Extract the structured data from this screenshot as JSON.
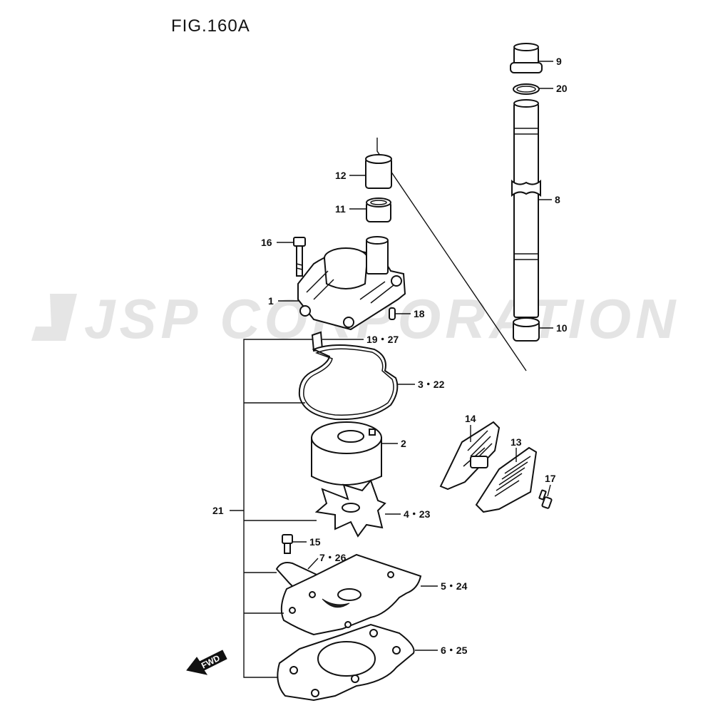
{
  "figure": {
    "title": "FIG.160A"
  },
  "watermark": {
    "text": "JSP CORPORATION"
  },
  "direction_marker": {
    "text": "FWD"
  },
  "callouts": {
    "c1": "1",
    "c2": "2",
    "c3_22": "3・22",
    "c4_23": "4・23",
    "c5_24": "5・24",
    "c6_25": "6・25",
    "c7_26": "7・26",
    "c8": "8",
    "c9": "9",
    "c10": "10",
    "c11": "11",
    "c12": "12",
    "c13": "13",
    "c14": "14",
    "c15": "15",
    "c16": "16",
    "c17": "17",
    "c18": "18",
    "c19_27": "19・27",
    "c20": "20",
    "c21": "21"
  }
}
